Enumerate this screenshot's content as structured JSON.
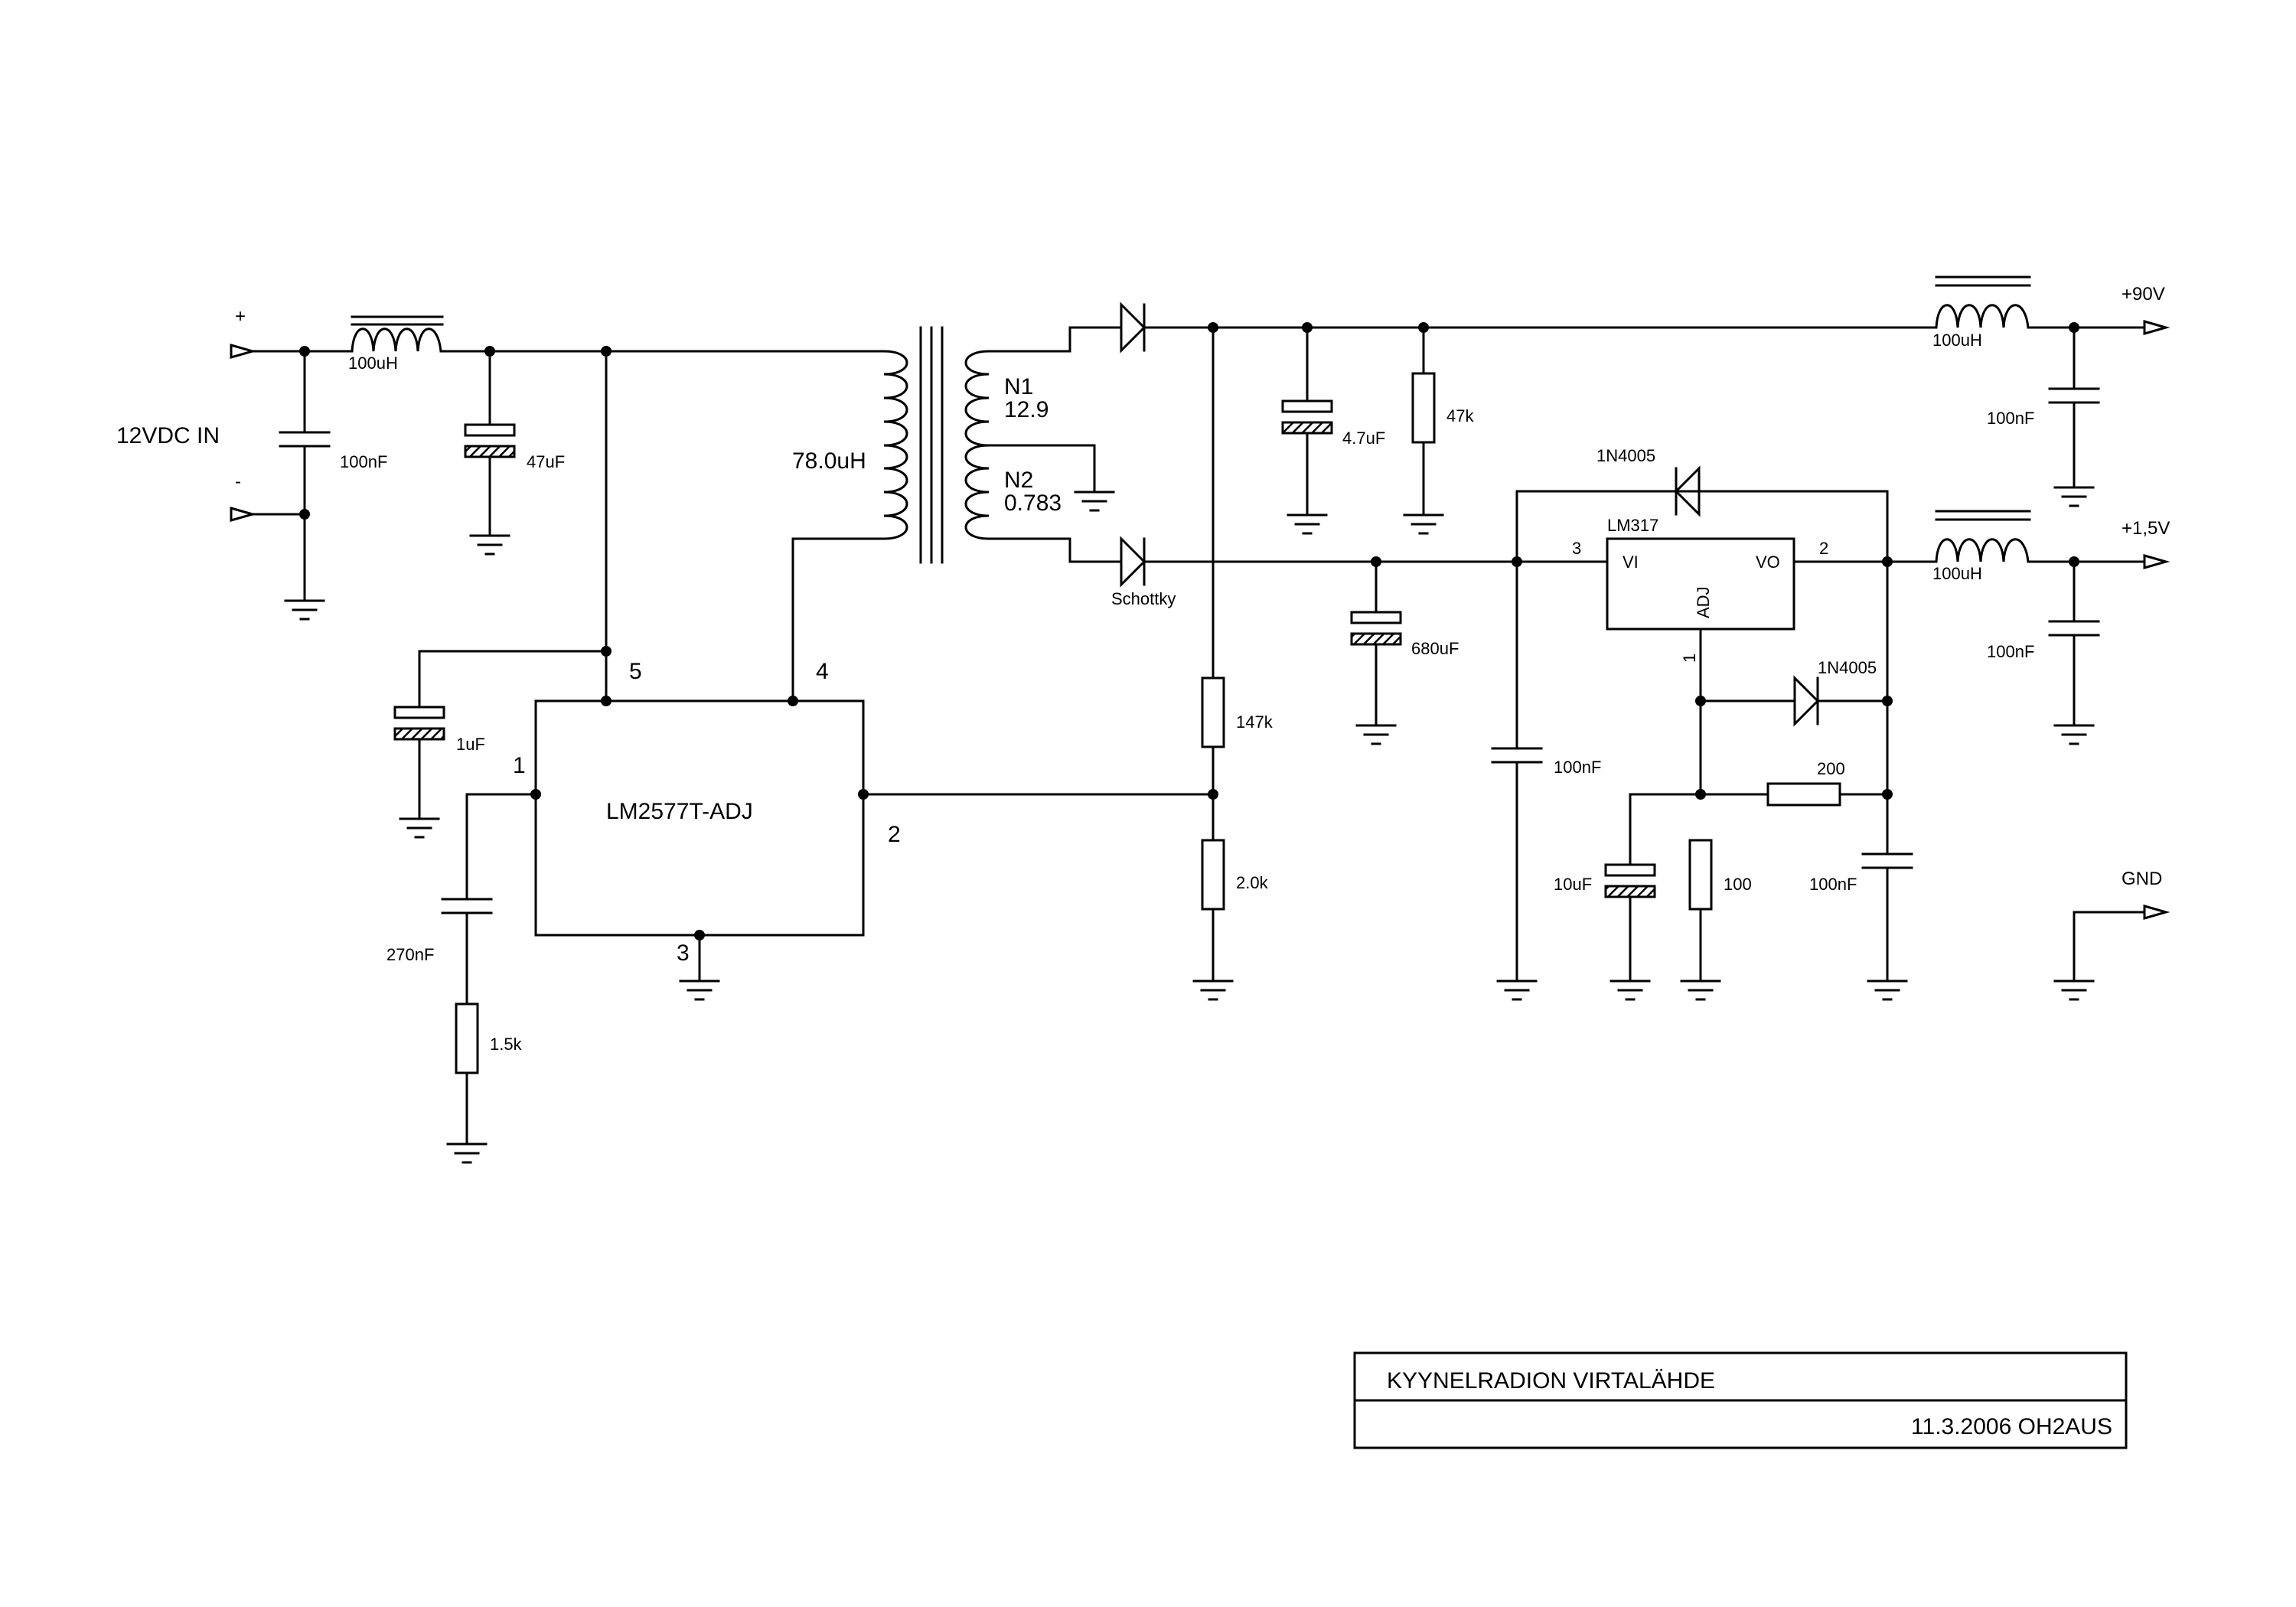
{
  "input": {
    "label": "12VDC IN",
    "plus": "+",
    "minus": "-"
  },
  "outputs": {
    "hv": "+90V",
    "lv": "+1,5V",
    "gnd": "GND"
  },
  "ic": {
    "name": "LM2577T-ADJ",
    "pin1": "1",
    "pin2": "2",
    "pin3": "3",
    "pin4": "4",
    "pin5": "5"
  },
  "transformer": {
    "primary": "78.0uH",
    "n1": "N1",
    "n1_ratio": "12.9",
    "n2": "N2",
    "n2_ratio": "0.783"
  },
  "regulator": {
    "name": "LM317",
    "vi": "VI",
    "vo": "VO",
    "adj": "ADJ",
    "pin1": "1",
    "pin2": "2",
    "pin3": "3"
  },
  "components": {
    "l_in": "100uH",
    "c_in": "100nF",
    "c_47u": "47uF",
    "c_1u": "1uF",
    "c_270n": "270nF",
    "r_1k5": "1.5k",
    "r_147k": "147k",
    "r_2k": "2.0k",
    "c_4u7": "4.7uF",
    "r_47k": "47k",
    "l_90": "100uH",
    "c_90": "100nF",
    "schottky": "Schottky",
    "c_680u": "680uF",
    "c_100n_reg": "100nF",
    "d_top": "1N4005",
    "d_adj": "1N4005",
    "r_200": "200",
    "c_10u": "10uF",
    "r_100": "100",
    "c_100n_out": "100nF",
    "l_15": "100uH",
    "c_15": "100nF"
  },
  "title_block": {
    "title": "KYYNELRADION VIRTALÄHDE",
    "date_author": "11.3.2006 OH2AUS"
  }
}
